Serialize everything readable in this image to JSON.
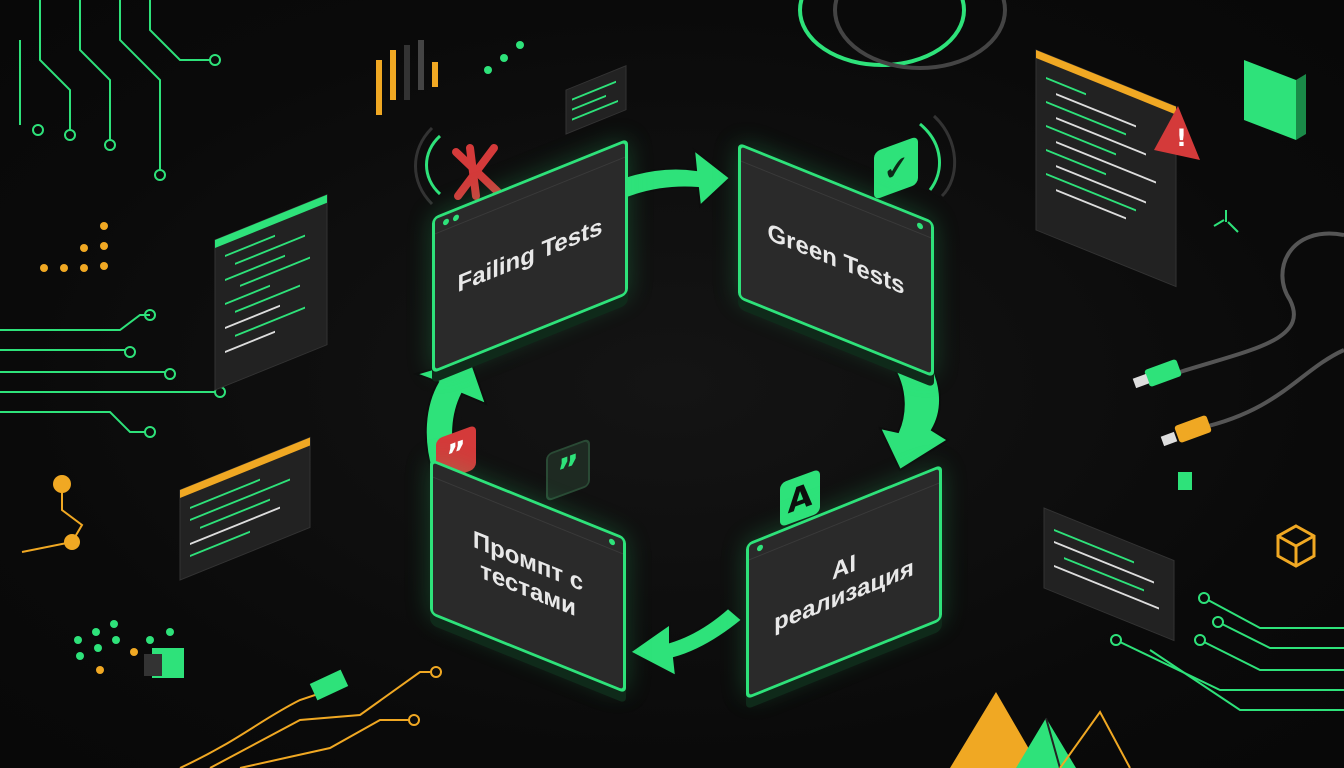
{
  "diagram": {
    "steps": [
      {
        "id": "failing",
        "label": "Failing Tests"
      },
      {
        "id": "green",
        "label": "Green Tests"
      },
      {
        "id": "ai",
        "label": "AI реализация"
      },
      {
        "id": "prompt",
        "label": "Промпт с тестами"
      }
    ]
  },
  "colors": {
    "accent": "#2ee27a",
    "warning": "#f0a823",
    "error": "#d43a3a",
    "background": "#0d0d0d"
  },
  "icons": {
    "failing": "x-mark-icon",
    "green": "checkmark-icon",
    "ai": "letter-a-icon",
    "prompt": "quote-icon"
  }
}
